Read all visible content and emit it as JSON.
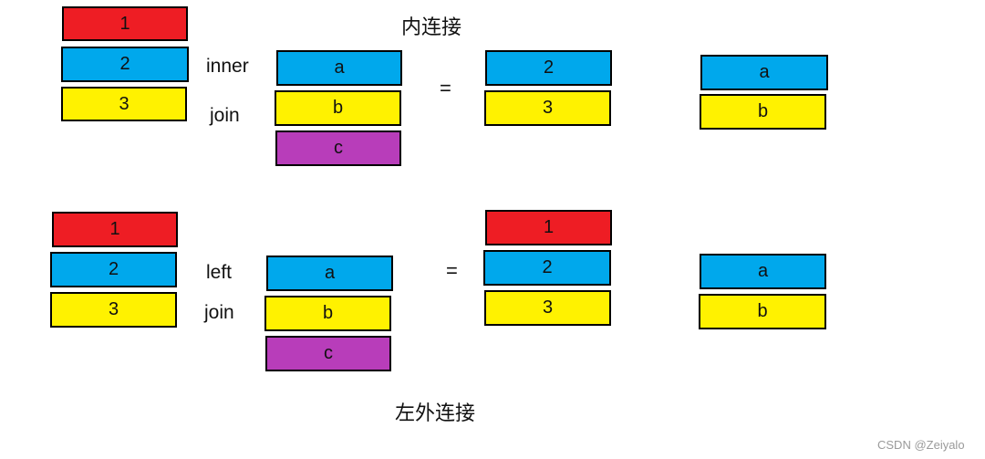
{
  "colors": {
    "red": "#ee1d24",
    "blue": "#00a8ec",
    "yellow": "#fff200",
    "purple": "#b83dba"
  },
  "inner_join": {
    "title": "内连接",
    "label_line1": "inner",
    "label_line2": "join",
    "equals": "=",
    "left_table": [
      "1",
      "2",
      "3"
    ],
    "right_table": [
      "a",
      "b",
      "c"
    ],
    "result_left": [
      "2",
      "3"
    ],
    "result_right": [
      "a",
      "b"
    ]
  },
  "left_join": {
    "title": "左外连接",
    "label_line1": "left",
    "label_line2": "join",
    "equals": "=",
    "left_table": [
      "1",
      "2",
      "3"
    ],
    "right_table": [
      "a",
      "b",
      "c"
    ],
    "result_left": [
      "1",
      "2",
      "3"
    ],
    "result_right": [
      "a",
      "b"
    ]
  },
  "watermark": "CSDN @Zeiyalo"
}
